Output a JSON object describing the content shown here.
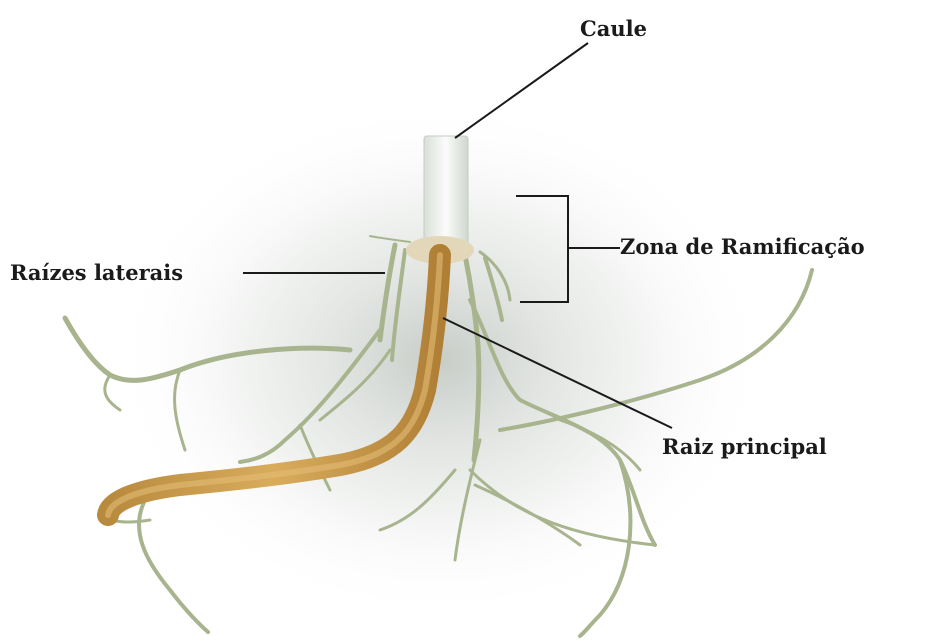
{
  "labels": {
    "caule": "Caule",
    "zona_ramificacao": "Zona de Ramificação",
    "raizes_laterais": "Raízes laterais",
    "raiz_principal": "Raiz principal"
  },
  "colors": {
    "main_root": "#c99a4e",
    "lateral_root": "#a8b48e",
    "stem": "#eef1ee",
    "leader_line": "#1a1a1a"
  }
}
